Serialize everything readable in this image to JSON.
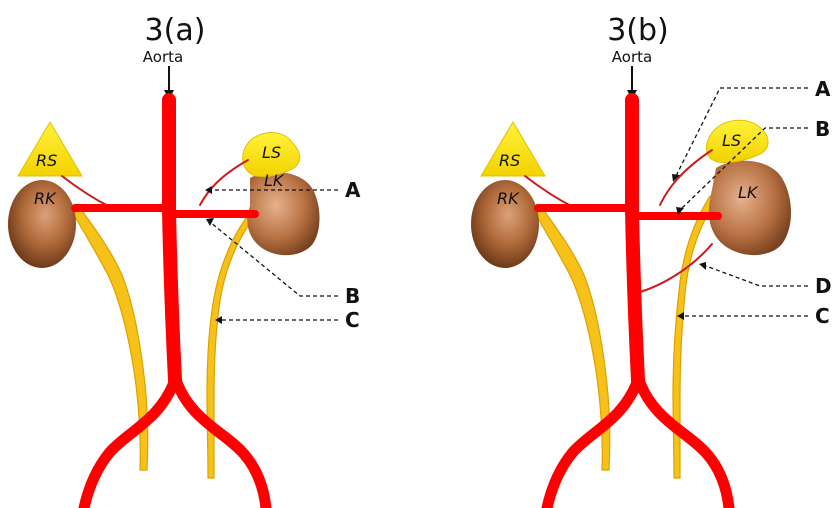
{
  "panels": [
    {
      "title": "3(a)",
      "aorta_label": "Aorta",
      "organs": {
        "right_suprarenal": "RS",
        "right_kidney": "RK",
        "left_suprarenal": "LS",
        "left_kidney": "LK"
      },
      "callouts": [
        "A",
        "B",
        "C"
      ]
    },
    {
      "title": "3(b)",
      "aorta_label": "Aorta",
      "organs": {
        "right_suprarenal": "RS",
        "right_kidney": "RK",
        "left_suprarenal": "LS",
        "left_kidney": "LK"
      },
      "callouts": [
        "A",
        "B",
        "D",
        "C"
      ]
    }
  ],
  "colors": {
    "artery": "#ff0000",
    "ureter": "#f6c21a",
    "kidney": "#b06a3a",
    "suprarenal": "#ffe400"
  }
}
